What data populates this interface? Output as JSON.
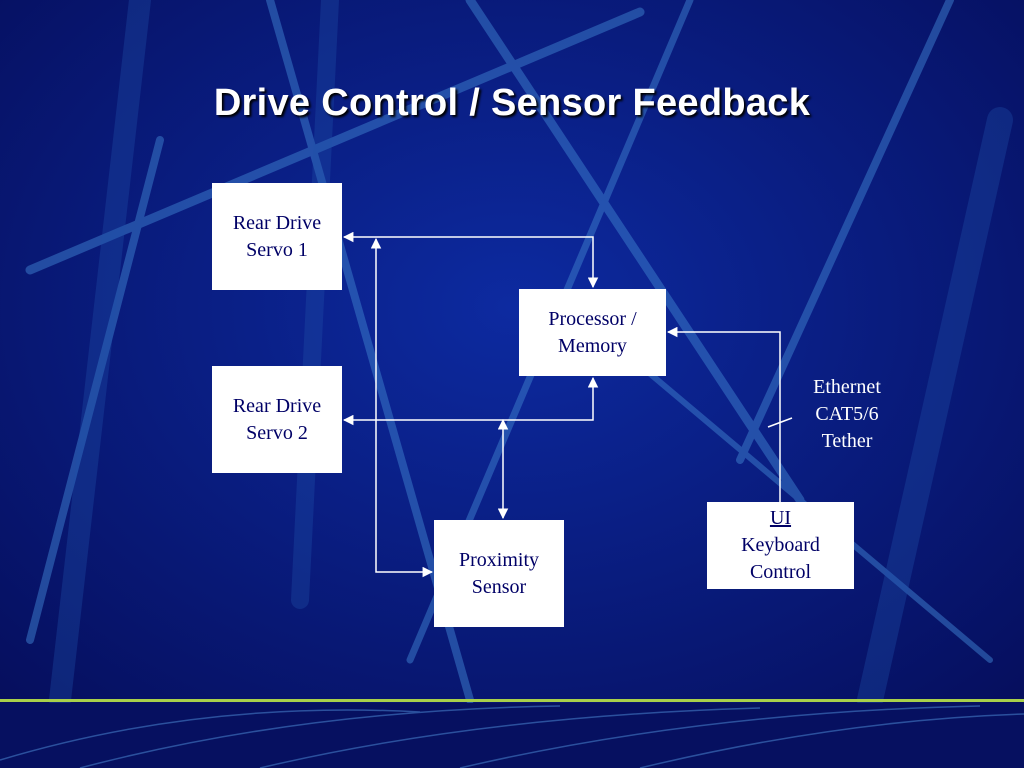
{
  "slide": {
    "title": "Drive Control / Sensor Feedback"
  },
  "blocks": {
    "rear_drive_servo_1": {
      "line1": "Rear Drive",
      "line2": "Servo 1"
    },
    "rear_drive_servo_2": {
      "line1": "Rear Drive",
      "line2": "Servo 2"
    },
    "processor_memory": {
      "line1": "Processor /",
      "line2": "Memory"
    },
    "proximity_sensor": {
      "line1": "Proximity",
      "line2": "Sensor"
    },
    "ui_keyboard_control": {
      "line1": "UI",
      "line2": "Keyboard",
      "line3": "Control"
    }
  },
  "tether": {
    "line1": "Ethernet",
    "line2": "CAT5/6",
    "line3": "Tether"
  },
  "colors": {
    "background": "#0a1a80",
    "box_fill": "#ffffff",
    "box_text": "#000066",
    "connector": "#ffffff",
    "footer_rule": "#a8d04a"
  }
}
